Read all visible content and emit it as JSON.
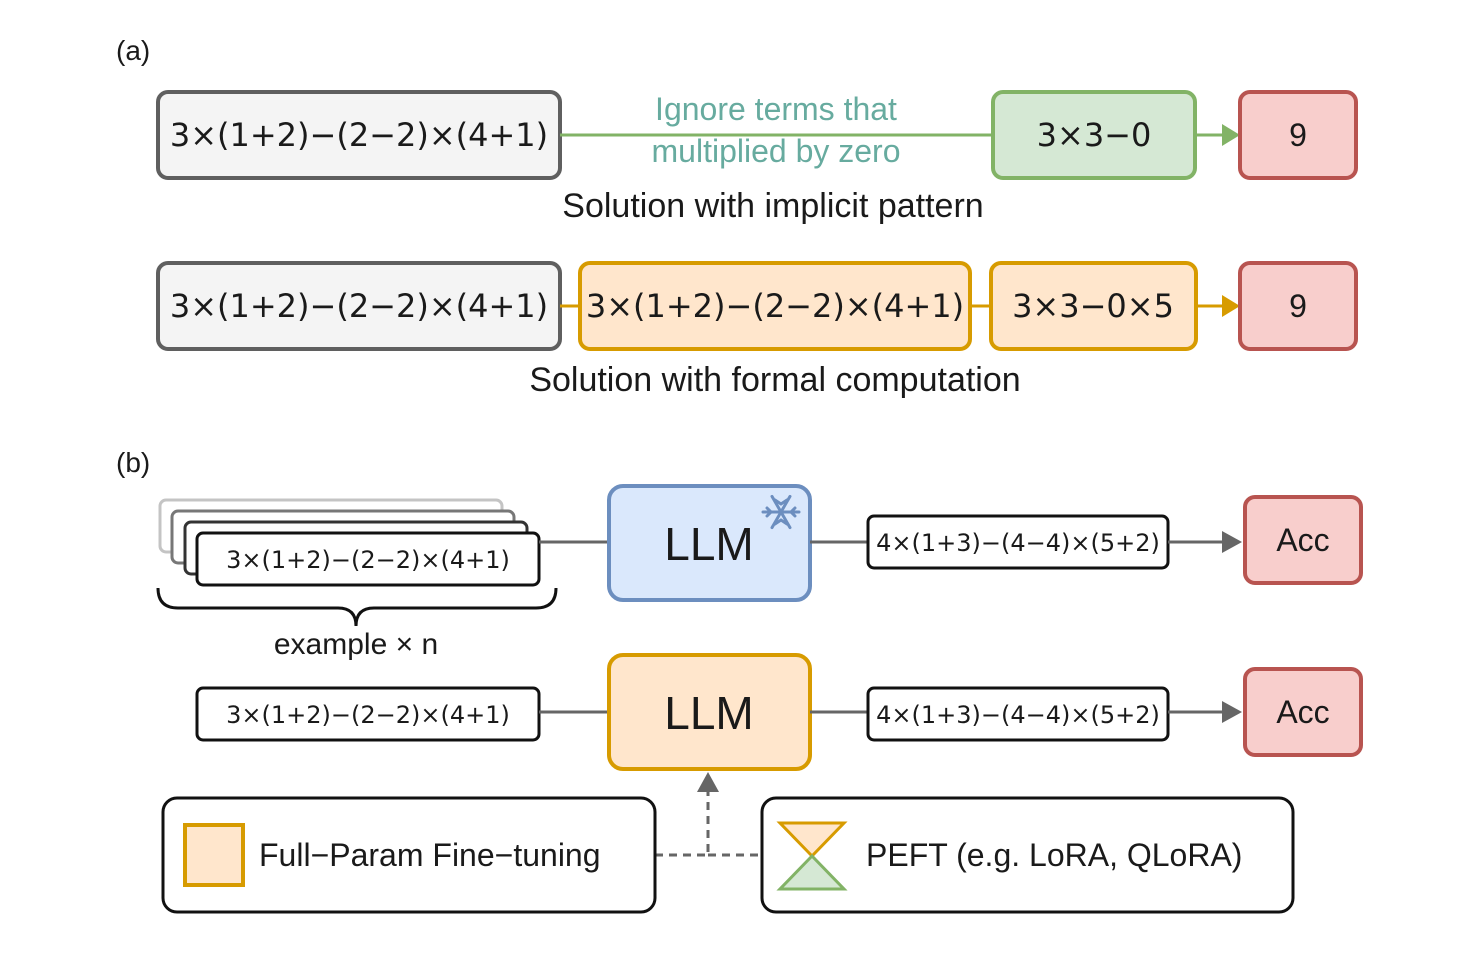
{
  "panel_a": {
    "label": "(a)",
    "row1": {
      "input": "3×(1+2)−(2−2)×(4+1)",
      "annotation_line1": "Ignore terms that",
      "annotation_line2": "multiplied by zero",
      "step": "3×3−0",
      "result": "9",
      "caption": "Solution with implicit pattern"
    },
    "row2": {
      "input": "3×(1+2)−(2−2)×(4+1)",
      "step1": "3×(1+2)−(2−2)×(4+1)",
      "step2": "3×3−0×5",
      "result": "9",
      "caption": "Solution with formal computation"
    }
  },
  "panel_b": {
    "label": "(b)",
    "row1": {
      "example": "3×(1+2)−(2−2)×(4+1)",
      "brace_label": "example × n",
      "model": "LLM",
      "test": "4×(1+3)−(4−4)×(5+2)",
      "metric": "Acc"
    },
    "row2": {
      "example": "3×(1+2)−(2−2)×(4+1)",
      "model": "LLM",
      "test": "4×(1+3)−(4−4)×(5+2)",
      "metric": "Acc"
    },
    "legend": {
      "full": "Full−Param Fine−tuning",
      "peft": "PEFT (e.g. LoRA, QLoRA)"
    }
  },
  "colors": {
    "gray_fill": "#f4f4f4",
    "gray_stroke": "#5f5f5f",
    "green_fill": "#d5e8d4",
    "green_stroke": "#82b366",
    "green_text": "#67ab9f",
    "red_fill": "#f8cecc",
    "red_stroke": "#b85450",
    "orange_fill": "#ffe6cc",
    "orange_stroke": "#d79b00",
    "blue_fill": "#dae8fc",
    "blue_stroke": "#6c8ebf"
  }
}
